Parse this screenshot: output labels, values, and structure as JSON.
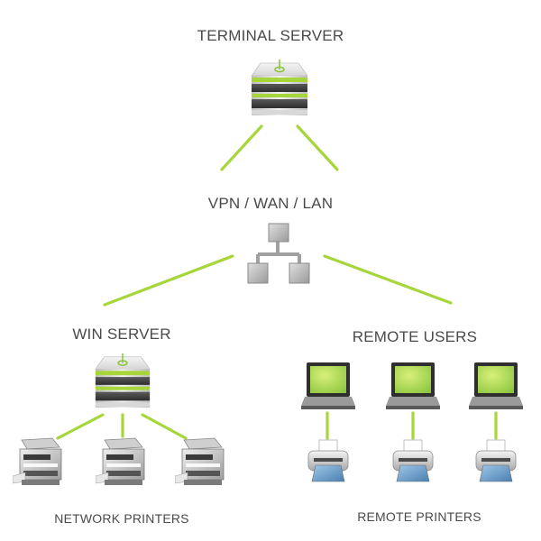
{
  "labels": {
    "terminal_server": "TERMINAL SERVER",
    "network": "VPN / WAN / LAN",
    "win_server": "WIN SERVER",
    "remote_users": "REMOTE USERS",
    "network_printers": "NETWORK PRINTERS",
    "remote_printers": "REMOTE PRINTERS"
  },
  "icons": {
    "server": "server-icon",
    "network": "network-hub-icon",
    "laptop": "laptop-icon",
    "network_printer": "multifunction-printer-icon",
    "remote_printer": "inkjet-printer-icon"
  },
  "colors": {
    "link": "#a6d63a",
    "accent": "#8cc63f",
    "text": "#4a4a4a"
  }
}
